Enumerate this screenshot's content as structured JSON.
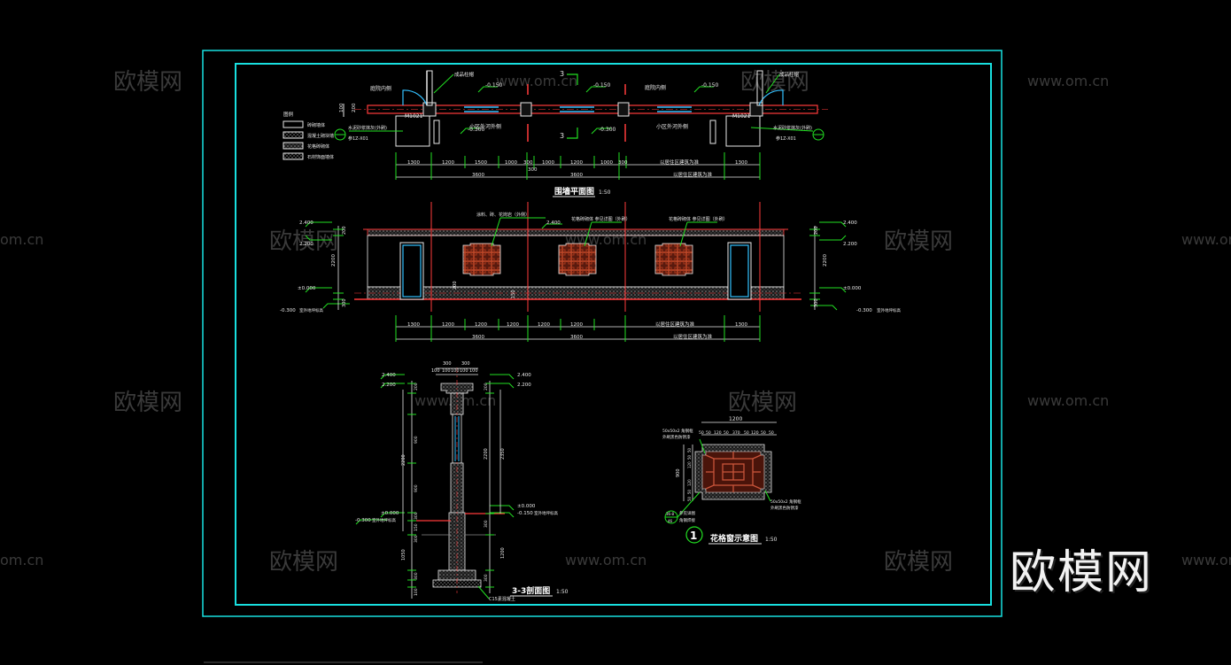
{
  "colors": {
    "background": "#000000",
    "frame": "#18e0e0",
    "wall": "#ff3b3b",
    "leader": "#22e022",
    "dimension": "#e8e8e8",
    "door": "#33c0ff",
    "watermark": "#3a3a3a"
  },
  "watermark": {
    "cn": "欧模网",
    "url": "www.om.cn",
    "url_partial": "om.cn"
  },
  "brand": "欧模网",
  "plan": {
    "title": "围墙平面图",
    "scale": "1:50",
    "section_mark": "3",
    "levels": [
      "-0.150",
      "-0.150",
      "-0.150",
      "-0.150"
    ],
    "level_low": "-0.300",
    "labels": {
      "yard_left": "庭院内侧",
      "yard_right": "庭院内侧",
      "community_left": "小区外河外侧",
      "community_right": "小区外河外侧",
      "door_left": "M1021",
      "door_right": "M1021",
      "cap_left": "成品柱帽",
      "cap_right": "成品柱帽",
      "leader_left": "水泥砂浆抹灰(外刷)",
      "leader_right": "水泥砂浆抹灰(外刷)",
      "ref_left": "参1Z-X01",
      "ref_right": "参1Z-X01",
      "coord": "以居住区建筑为准"
    },
    "legend": {
      "title": "图例",
      "items": [
        "砖砌墙体",
        "混凝土砌块墙",
        "花格砖砌体",
        "石材饰面墙体"
      ]
    },
    "dims_top": [
      "1300",
      "1200",
      "1500",
      "1000",
      "300",
      "1000",
      "1200",
      "1000",
      "300",
      "以居住区建筑为准",
      "1300"
    ],
    "dims_bottom": [
      "3600",
      "300",
      "3600",
      "以居住区建筑为准"
    ]
  },
  "elevation": {
    "levels": [
      "2.400",
      "2.200",
      "±0.000",
      "-0.300"
    ],
    "level_note": "室外地坪标高",
    "dims_side": [
      "200",
      "2200",
      "300"
    ],
    "callouts": [
      "涂料、砖、花岗岩（外侧）",
      "花格砖砌体 参见详图（外刷）",
      "花格砖砌体 参见详图（外刷）"
    ],
    "dims_bottom": [
      "1300",
      "1200",
      "1200",
      "1200",
      "1200",
      "1200",
      "以居住区建筑为准",
      "1300"
    ],
    "dims_total": [
      "3600",
      "3600",
      "以居住区建筑为准"
    ]
  },
  "section": {
    "title": "3-3剖面图",
    "scale": "1:50",
    "dims_top": [
      "300",
      "300",
      "100",
      "100",
      "100",
      "100",
      "100"
    ],
    "levels_top": [
      "2.400",
      "2.200"
    ],
    "levels_mid": [
      "±0.000",
      "-0.150"
    ],
    "level_low": "-0.300",
    "level_note": "室外地坪标高",
    "dims_left": [
      "200",
      "900",
      "2200",
      "900",
      "300",
      "150",
      "300",
      "1050",
      "300",
      "100"
    ],
    "dims_right": [
      "200",
      "2200",
      "2350",
      "300",
      "1200",
      "300"
    ],
    "foot_note": "C15素混凝土"
  },
  "detail": {
    "title": "花格窗示意图",
    "scale": "1:50",
    "number": "1",
    "width": "1200",
    "dims_top": [
      "50",
      "50",
      "120",
      "50",
      "370",
      "50",
      "120",
      "50",
      "50"
    ],
    "dims_side": [
      "50",
      "50",
      "120",
      "900",
      "120",
      "50",
      "50"
    ],
    "note_tl": "50x50x2 角钢框",
    "note_tl2": "外刷黑色防锈漆",
    "note_br": "50x50x2 角钢框",
    "note_br2": "外刷黑色防锈漆",
    "ref_a": "36-8",
    "ref_b": "46",
    "ref_note": "参见详图",
    "ref_note2": "角钢焊接"
  }
}
